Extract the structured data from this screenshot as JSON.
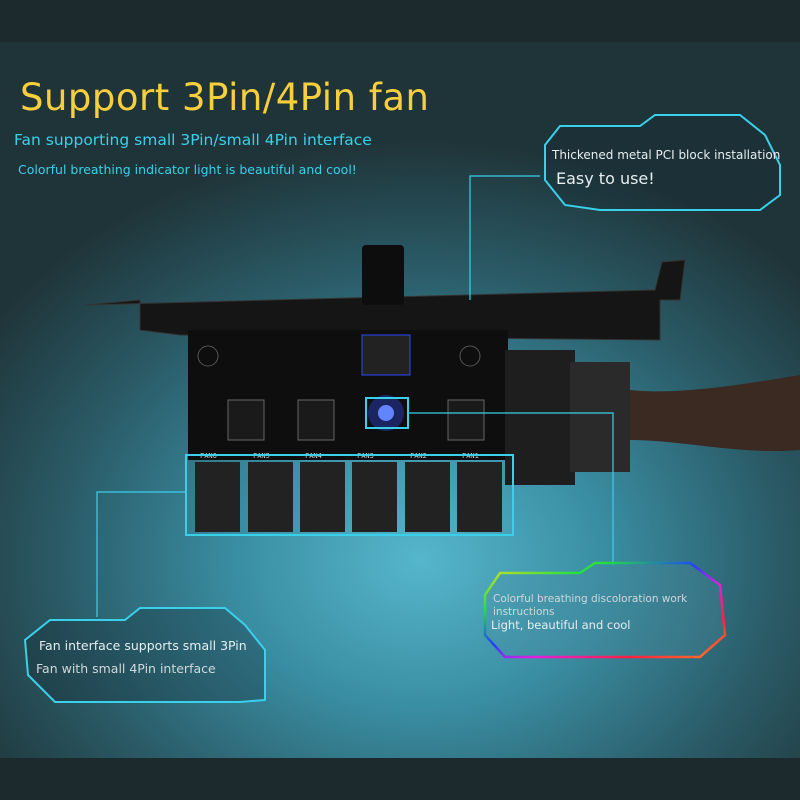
{
  "headline": "Support 3Pin/4Pin fan",
  "subtitle": "Fan supporting small 3Pin/small 4Pin interface",
  "tagline": "Colorful breathing indicator light is beautiful and cool!",
  "callouts": {
    "top_right": {
      "line1": "Thickened metal PCI block installation",
      "line2": "Easy to use!"
    },
    "bottom_left": {
      "line1": "Fan interface supports small 3Pin",
      "line2": "Fan with small 4Pin interface"
    },
    "bottom_right": {
      "line1": "Colorful breathing discoloration work instructions",
      "line2": "Light, beautiful and cool"
    }
  },
  "product": {
    "fan_ports": [
      "FAN6",
      "FAN5",
      "FAN4",
      "FAN3",
      "FAN2",
      "FAN1"
    ]
  },
  "colors": {
    "headline": "#f7cf3c",
    "accent": "#3ad0ea"
  }
}
